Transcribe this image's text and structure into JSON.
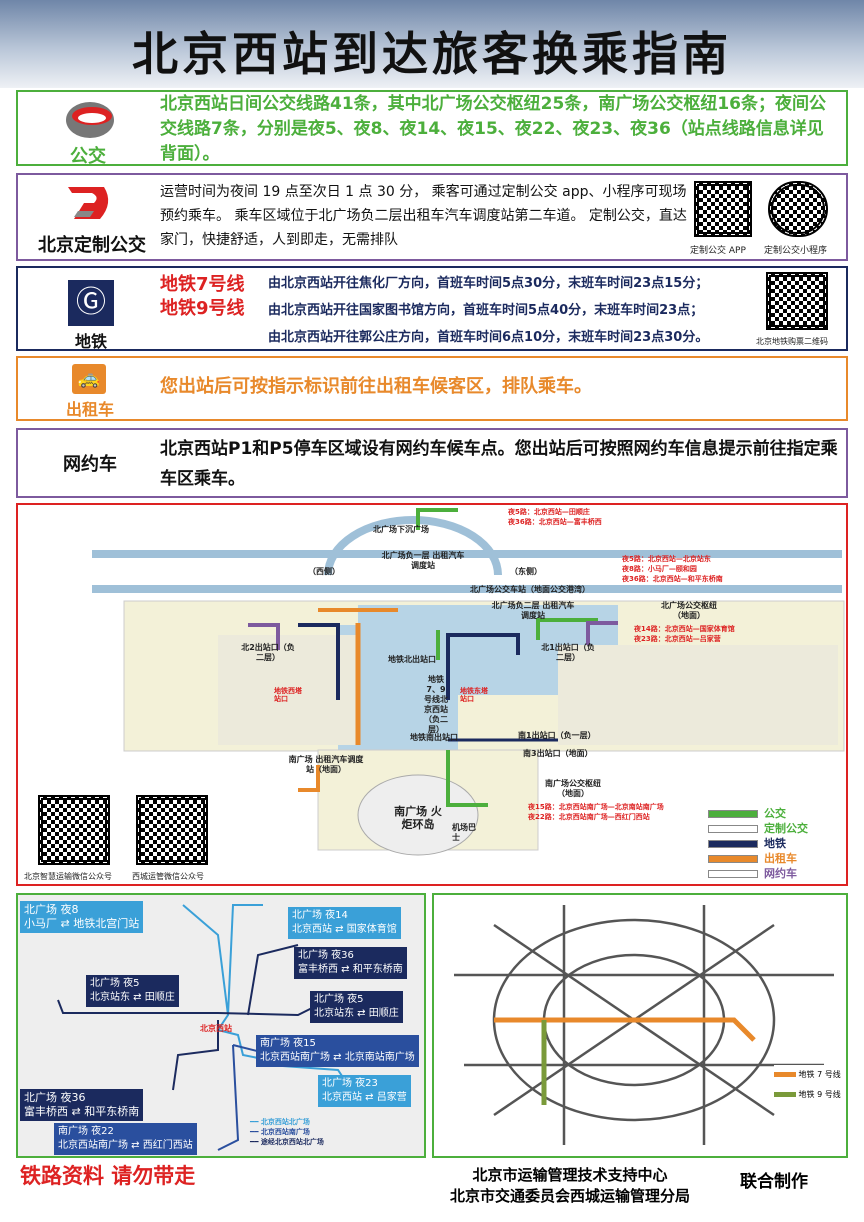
{
  "title": "北京西站到达旅客换乘指南",
  "bus": {
    "label": "公交",
    "text": "北京西站日间公交线路41条，其中北广场公交枢纽25条，南广场公交枢纽16条；夜间公交线路7条，分别是夜5、夜8、夜14、夜15、夜22、夜23、夜36（站点线路信息详见背面）。",
    "color": "#4caf3c"
  },
  "custom_bus": {
    "label": "北京定制公交",
    "text": "运营时间为夜间 19 点至次日 1 点 30 分， 乘客可通过定制公交 app、小程序可现场预约乘车。 乘车区域位于北广场负二层出租车汽车调度站第二车道。 定制公交，直达家门，快捷舒适，人到即走，无需排队",
    "qr1_caption": "定制公交 APP",
    "qr2_caption": "定制公交小程序"
  },
  "subway": {
    "label": "地铁",
    "line7": "地铁7号线",
    "line9": "地铁9号线",
    "rows": [
      "由北京西站开往焦化厂方向，首班车时间5点30分，末班车时间23点15分；",
      "由北京西站开往国家图书馆方向，首班车时间5点40分，末班车时间23点；",
      "由北京西站开往郭公庄方向，首班车时间6点10分，末班车时间23点30分。"
    ],
    "qr_caption": "北京地铁购票二维码"
  },
  "taxi": {
    "label": "出租车",
    "text": "您出站后可按指示标识前往出租车候客区，排队乘车。",
    "color": "#e8892b"
  },
  "ridehail": {
    "label": "网约车",
    "text": "北京西站P1和P5停车区域设有网约车候车点。您出站后可按照网约车信息提示前往指定乘车区乘车。"
  },
  "station_map": {
    "labels": [
      "北广场下沉广场",
      "北广场负一层 出租汽车调度站",
      "（西侧）",
      "（东侧）",
      "北广场公交车站（地面公交港湾）",
      "北广场负二层 出租汽车调度站",
      "北广场公交枢纽（地面）",
      "北2出站口（负二层）",
      "北1出站口（负二层）",
      "地铁7、9号线北京西站（负二层）",
      "地铁北出站口",
      "地铁南出站口",
      "南1出站口（负一层）",
      "南3出站口（地面）",
      "南广场 出租汽车调度站（地面）",
      "南广场公交枢纽（地面）",
      "南广场 火炬环岛",
      "机场巴士"
    ],
    "red_notes": [
      "夜5路：北京西站—田顺庄",
      "夜36路：北京西站—富丰桥西",
      "夜5路：北京西站—北京站东",
      "夜8路：小马厂—颐和园",
      "夜36路：北京西站—和平东桥南",
      "夜14路：北京西站—国家体育馆",
      "夜23路：北京西站—吕家营",
      "夜15路：北京西站南广场—北京南站南广场",
      "夜22路：北京西站南广场—西红门西站",
      "地铁西塔站口",
      "地铁东塔站口"
    ],
    "legend": [
      {
        "label": "公交",
        "color": "#4caf3c"
      },
      {
        "label": "定制公交",
        "color": "#ffffff"
      },
      {
        "label": "地铁",
        "color": "#1b2a5e"
      },
      {
        "label": "出租车",
        "color": "#e8892b"
      },
      {
        "label": "网约车",
        "color": "#ffffff"
      }
    ],
    "qr_captions": [
      "北京智慧运输微信公众号",
      "西城运管微信公众号"
    ]
  },
  "night_routes": {
    "station": "北京西站",
    "routes": [
      {
        "head": "北广场 夜8",
        "route": "小马厂 ⇄ 地铁北宫门站"
      },
      {
        "head": "北广场 夜14",
        "route": "北京西站 ⇄ 国家体育馆"
      },
      {
        "head": "北广场 夜36",
        "route": "富丰桥西 ⇄ 和平东桥南"
      },
      {
        "head": "北广场 夜5",
        "route": "北京站东 ⇄ 田顺庄"
      },
      {
        "head": "北广场 夜5",
        "route": "北京站东 ⇄ 田顺庄"
      },
      {
        "head": "南广场 夜15",
        "route": "北京西站南广场 ⇄ 北京南站南广场"
      },
      {
        "head": "北广场 夜23",
        "route": "北京西站 ⇄ 吕家营"
      },
      {
        "head": "北广场 夜36",
        "route": "富丰桥西 ⇄ 和平东桥南"
      },
      {
        "head": "南广场 夜22",
        "route": "北京西站南广场 ⇄ 西红门西站"
      }
    ],
    "legend": [
      "北京西站北广场",
      "北京西站南广场",
      "途经北京西站北广场"
    ]
  },
  "metro_map": {
    "legend": [
      "地铁 7 号线",
      "地铁 9 号线"
    ],
    "colors": [
      "#e8892b",
      "#8bc34a"
    ]
  },
  "footer": {
    "warning": "铁路资料 请勿带走",
    "org1": "北京市运输管理技术支持中心",
    "org2": "北京市交通委员会西城运输管理分局",
    "joint": "联合制作"
  }
}
